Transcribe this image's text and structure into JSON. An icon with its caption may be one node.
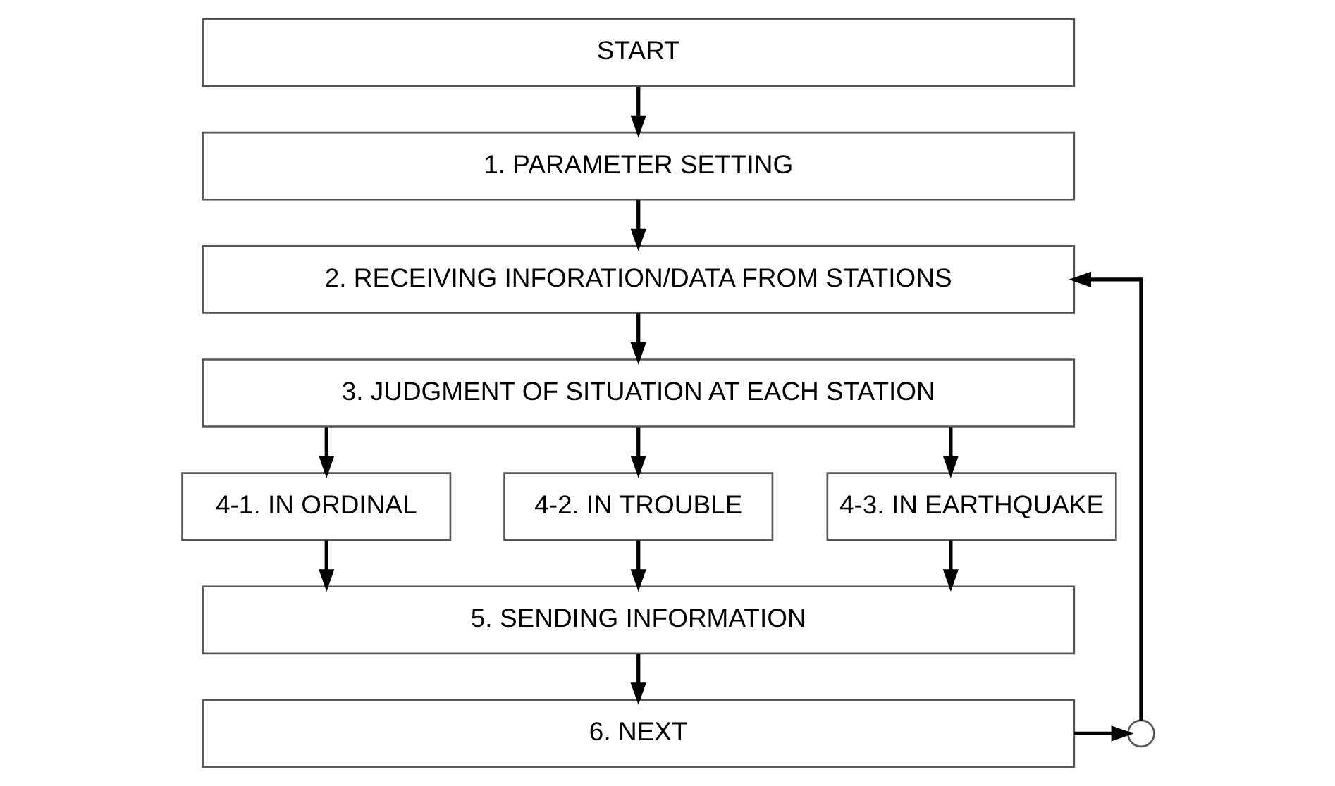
{
  "diagram": {
    "nodes": [
      {
        "text": [
          "START"
        ]
      },
      {
        "text": [
          "1. PARAMETER SETTING"
        ]
      },
      {
        "text": [
          "2. RECEIVING INFORATION/DATA FROM STATIONS"
        ]
      },
      {
        "text": [
          "3. JUDGMENT OF SITUATION AT EACH STATION"
        ]
      },
      {
        "text": [
          "4-1. IN ORDINAL"
        ]
      },
      {
        "text": [
          "4-2. IN TROUBLE"
        ]
      },
      {
        "text": [
          "4-3. IN EARTHQUAKE"
        ]
      },
      {
        "text": [
          "5. SENDING INFORMATION"
        ]
      },
      {
        "text": [
          "6. NEXT"
        ]
      },
      {
        "text": [],
        "shape": "circle"
      }
    ],
    "edges": [
      {
        "from": 0,
        "to": 1,
        "arrow": "to"
      },
      {
        "from": 1,
        "to": 2,
        "arrow": "to"
      },
      {
        "from": 2,
        "to": 3,
        "arrow": "to"
      },
      {
        "from": 3,
        "to": 4,
        "arrow": "to"
      },
      {
        "from": 3,
        "to": 5,
        "arrow": "to"
      },
      {
        "from": 3,
        "to": 6,
        "arrow": "to"
      },
      {
        "from": 4,
        "to": 7,
        "arrow": "to"
      },
      {
        "from": 5,
        "to": 7,
        "arrow": "to"
      },
      {
        "from": 6,
        "to": 7,
        "arrow": "to"
      },
      {
        "from": 7,
        "to": 8,
        "arrow": "to"
      },
      {
        "from": 8,
        "to": 9,
        "arrow": "to"
      },
      {
        "from": 9,
        "to": 2,
        "arrow": "to"
      }
    ]
  }
}
